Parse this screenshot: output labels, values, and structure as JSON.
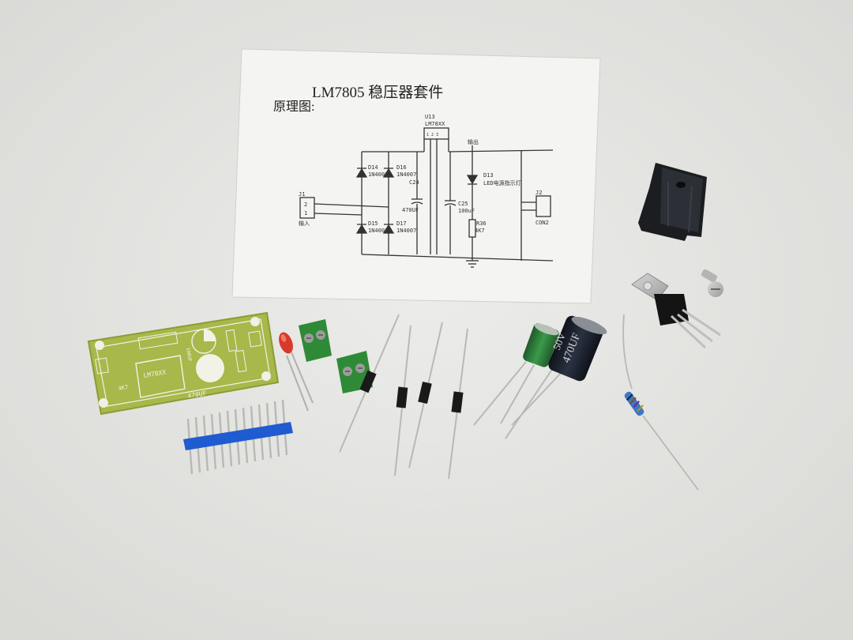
{
  "doc": {
    "title": "LM7805 稳压器套件",
    "subtitle": "原理图:",
    "schematic": {
      "reg_ref": "U13",
      "reg_name": "LM78XX",
      "reg_pins": "1  2  3",
      "d14": "D14",
      "d14_part": "1N4007",
      "d16": "D16",
      "d16_part": "1N4007",
      "d15": "D15",
      "d15_part": "1N4007",
      "d17": "D17",
      "d17_part": "1N4007",
      "c24": "C24",
      "c24_val": "470UF",
      "c25": "C25",
      "c25_val": "100uF",
      "d13": "D13",
      "d13_desc": "LED电源指示灯",
      "r36": "R36",
      "r36_val": "4K7",
      "j1": "J1",
      "j1_desc": "输入",
      "j2": "J2",
      "j2_desc": "CON2",
      "out_label": "输出",
      "pin1": "1",
      "pin2": "2"
    }
  },
  "pcb": {
    "ic_label": "LM78XX",
    "cap_label": "470UF",
    "r_label": "4K7",
    "c_label": "100UF"
  },
  "cap_big": {
    "label_top": "470UF",
    "label_voltage": "50V"
  },
  "colors": {
    "background": "#e6e6e4",
    "pcb": "#a8b84a",
    "terminal": "#2e8a36",
    "header": "#1f5bd1",
    "cap_small": "#2f7d3a",
    "cap_big": "#1d2430",
    "led": "#d83a2a"
  }
}
